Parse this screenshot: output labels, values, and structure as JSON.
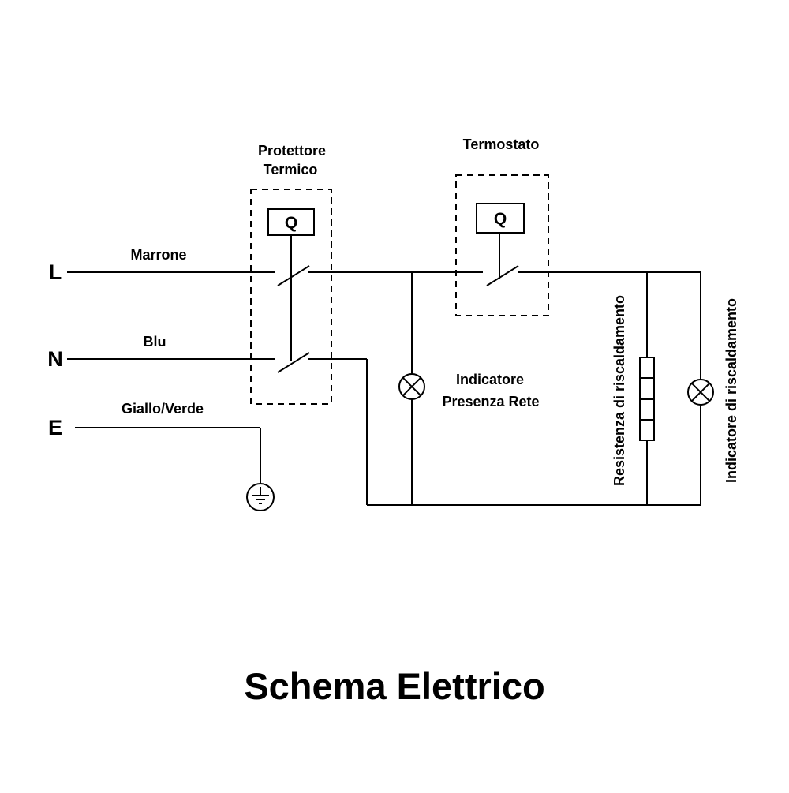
{
  "title": "Schema Elettrico",
  "terminals": {
    "live": "L",
    "neutral": "N",
    "earth": "E"
  },
  "wires": {
    "live": "Marrone",
    "neutral": "Blu",
    "earth": "Giallo/Verde"
  },
  "thermal_protector": {
    "label_line1": "Protettore",
    "label_line2": "Termico",
    "symbol": "Q"
  },
  "thermostat": {
    "label": "Termostato",
    "symbol": "Q"
  },
  "mains_indicator": {
    "label_line1": "Indicatore",
    "label_line2": "Presenza Rete"
  },
  "heating_resistor": {
    "label": "Resistenza di riscaldamento"
  },
  "heating_indicator": {
    "label": "Indicatore di riscaldamento"
  },
  "colors": {
    "line": "#000000",
    "background": "#ffffff"
  }
}
